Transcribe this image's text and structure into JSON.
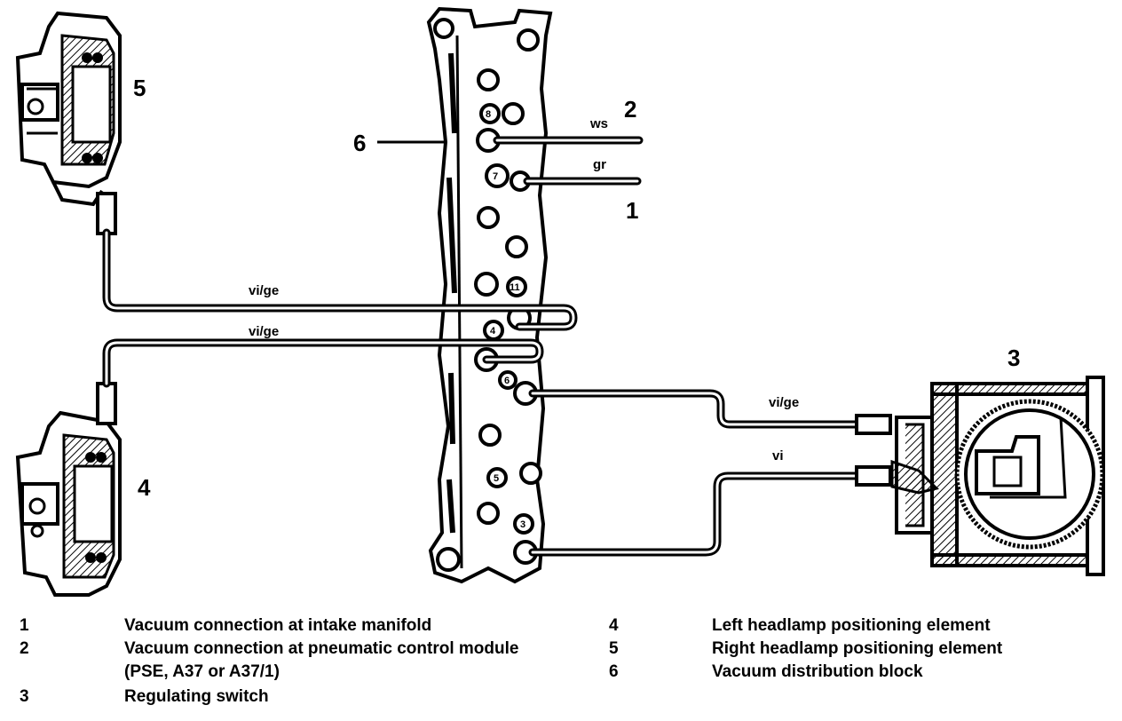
{
  "callouts": {
    "c1": "1",
    "c2": "2",
    "c3": "3",
    "c4": "4",
    "c5": "5",
    "c6": "6"
  },
  "wire_labels": {
    "ws": "ws",
    "gr": "gr",
    "vi_ge_upper": "vi/ge",
    "vi_ge_lower": "vi/ge",
    "vi_ge_switch": "vi/ge",
    "vi": "vi"
  },
  "port_numbers": {
    "p8": "8",
    "p7": "7",
    "p11": "11",
    "p4": "4",
    "p6": "6",
    "p5": "5",
    "p3": "3"
  },
  "legend": {
    "left": [
      {
        "num": "1",
        "text": "Vacuum connection at intake manifold"
      },
      {
        "num": "2",
        "text": "Vacuum connection at pneumatic control module"
      },
      {
        "num": "",
        "text": "(PSE, A37 or A37/1)"
      },
      {
        "num": "3",
        "text": "Regulating switch"
      }
    ],
    "right": [
      {
        "num": "4",
        "text": "Left headlamp positioning element"
      },
      {
        "num": "5",
        "text": "Right headlamp positioning element"
      },
      {
        "num": "6",
        "text": "Vacuum distribution block"
      }
    ]
  }
}
